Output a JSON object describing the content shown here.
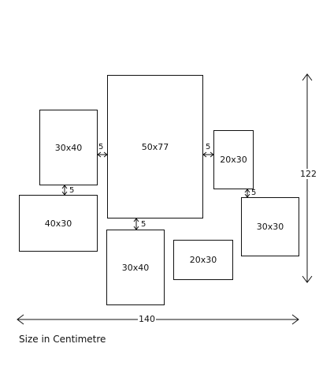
{
  "frames": [
    {
      "id": "frame-30x40-left",
      "label": "30x40"
    },
    {
      "id": "frame-50x77-center",
      "label": "50x77"
    },
    {
      "id": "frame-20x30-right",
      "label": "20x30"
    },
    {
      "id": "frame-40x30-left",
      "label": "40x30"
    },
    {
      "id": "frame-30x40-bottom",
      "label": "30x40"
    },
    {
      "id": "frame-20x30-bottom",
      "label": "20x30"
    },
    {
      "id": "frame-30x30-right",
      "label": "30x30"
    }
  ],
  "gaps": {
    "left_center": "5",
    "center_right": "5",
    "left_stack": "5",
    "center_bottom": "5",
    "right_stack": "5"
  },
  "dimensions": {
    "total_width": "140",
    "total_height": "122"
  },
  "caption": "Size in Centimetre"
}
